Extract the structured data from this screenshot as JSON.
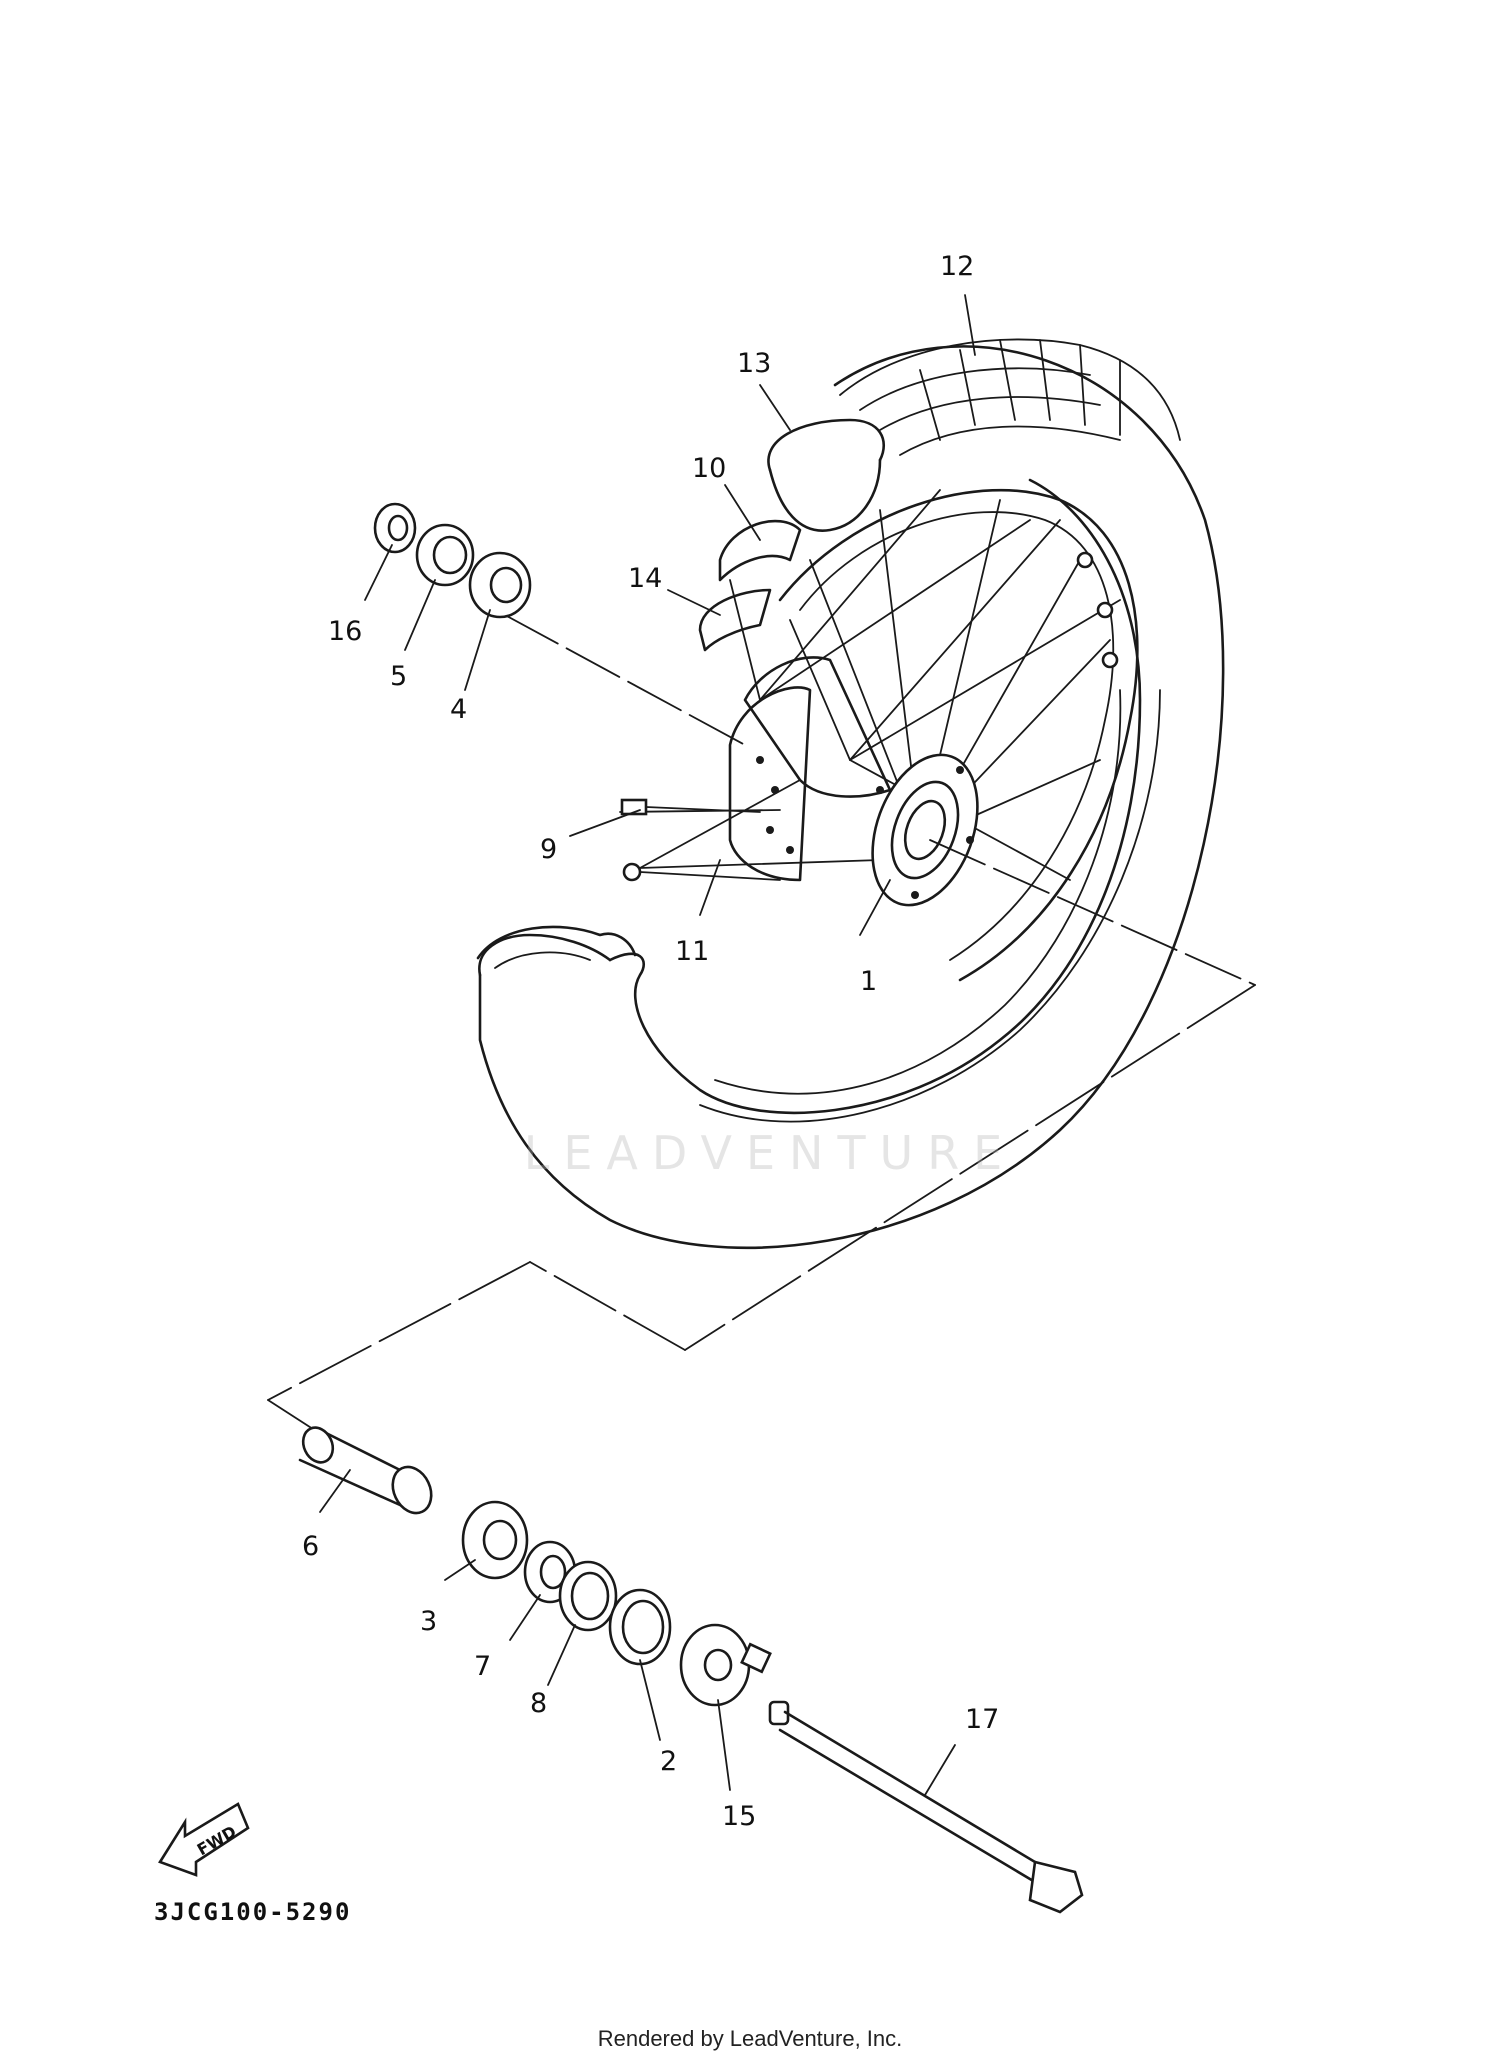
{
  "diagram": {
    "callouts": [
      {
        "id": "c1",
        "label": "1"
      },
      {
        "id": "c2",
        "label": "2"
      },
      {
        "id": "c3",
        "label": "3"
      },
      {
        "id": "c4",
        "label": "4"
      },
      {
        "id": "c5",
        "label": "5"
      },
      {
        "id": "c6",
        "label": "6"
      },
      {
        "id": "c7",
        "label": "7"
      },
      {
        "id": "c8",
        "label": "8"
      },
      {
        "id": "c9",
        "label": "9"
      },
      {
        "id": "c10",
        "label": "10"
      },
      {
        "id": "c11",
        "label": "11"
      },
      {
        "id": "c12",
        "label": "12"
      },
      {
        "id": "c13",
        "label": "13"
      },
      {
        "id": "c14",
        "label": "14"
      },
      {
        "id": "c15",
        "label": "15"
      },
      {
        "id": "c16",
        "label": "16"
      },
      {
        "id": "c17",
        "label": "17"
      }
    ],
    "fwd_label": "FWD",
    "diagram_code": "3JCG100-5290",
    "footer": "Rendered by LeadVenture, Inc.",
    "watermark": "LEADVENTURE"
  }
}
